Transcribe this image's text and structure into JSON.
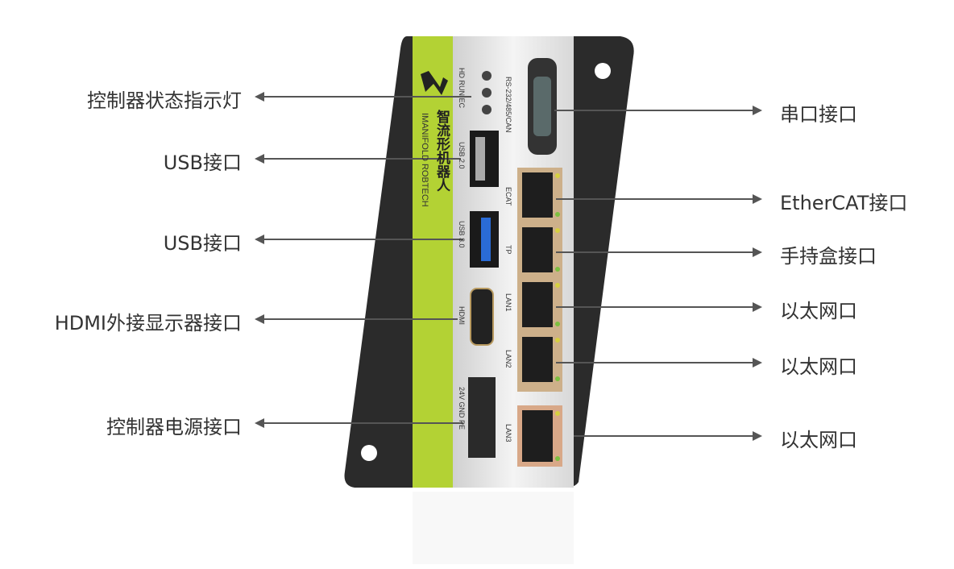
{
  "device": {
    "brand_cn": "智流形机器人",
    "brand_en": "IMANIFOLD ROBTECH",
    "led_labels": "HD RUN EC",
    "serial_label": "RS-232/485/CAN",
    "usb2_label": "USB 2.0",
    "usb3_label": "USB 3.0",
    "hdmi_label": "HDMI",
    "power_label": "24V GND PE",
    "port_labels": [
      "ECAT",
      "TP",
      "LAN1",
      "LAN2",
      "LAN3"
    ],
    "colors": {
      "green_strip": "#b3d234",
      "plate": "#2b2b2b",
      "panel": "#e9e9ea"
    }
  },
  "callouts": {
    "left": [
      "控制器状态指示灯",
      "USB接口",
      "USB接口",
      "HDMI外接显示器接口",
      "控制器电源接口"
    ],
    "right": [
      "串口接口",
      "EtherCAT接口",
      "手持盒接口",
      "以太网口",
      "以太网口",
      "以太网口"
    ]
  }
}
